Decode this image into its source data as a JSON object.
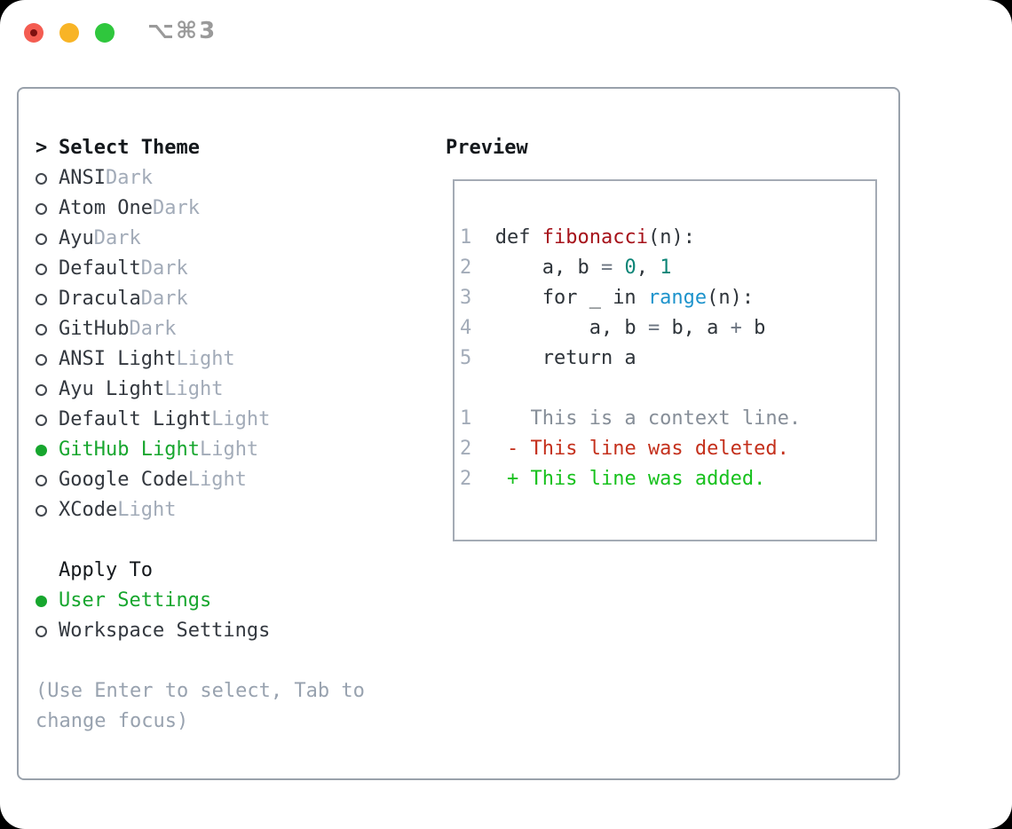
{
  "window": {
    "title": "⌥⌘3",
    "traffic_lights": [
      "close",
      "minimize",
      "zoom"
    ]
  },
  "theme_panel": {
    "header_prefix": ">",
    "header": "Select Theme",
    "themes": [
      {
        "name": "ANSI",
        "variant": "Dark",
        "selected": false
      },
      {
        "name": "Atom One",
        "variant": "Dark",
        "selected": false
      },
      {
        "name": "Ayu",
        "variant": "Dark",
        "selected": false
      },
      {
        "name": "Default",
        "variant": "Dark",
        "selected": false
      },
      {
        "name": "Dracula",
        "variant": "Dark",
        "selected": false
      },
      {
        "name": "GitHub",
        "variant": "Dark",
        "selected": false
      },
      {
        "name": "ANSI Light",
        "variant": "Light",
        "selected": false
      },
      {
        "name": "Ayu Light",
        "variant": "Light",
        "selected": false
      },
      {
        "name": "Default Light",
        "variant": "Light",
        "selected": false
      },
      {
        "name": "GitHub Light",
        "variant": "Light",
        "selected": true
      },
      {
        "name": "Google Code",
        "variant": "Light",
        "selected": false
      },
      {
        "name": "XCode",
        "variant": "Light",
        "selected": false
      }
    ],
    "apply_to": {
      "header": "Apply To",
      "options": [
        {
          "label": "User Settings",
          "selected": true
        },
        {
          "label": "Workspace Settings",
          "selected": false
        }
      ]
    },
    "hint_lines": [
      "(Use Enter to select, Tab to",
      "change focus)"
    ]
  },
  "preview": {
    "header": "Preview",
    "lines": [
      [
        [
          "1",
          "num"
        ],
        [
          "  def ",
          "code"
        ],
        [
          "fibonacci",
          "fn"
        ],
        [
          "(n):",
          "code"
        ]
      ],
      [
        [
          "2",
          "num"
        ],
        [
          "      a, b ",
          "code"
        ],
        [
          "= ",
          "op"
        ],
        [
          "0",
          "lit"
        ],
        [
          ", ",
          "code"
        ],
        [
          "1",
          "lit"
        ]
      ],
      [
        [
          "3",
          "num"
        ],
        [
          "      for _ in ",
          "code"
        ],
        [
          "range",
          "bi"
        ],
        [
          "(n):",
          "code"
        ]
      ],
      [
        [
          "4",
          "num"
        ],
        [
          "          a, b ",
          "code"
        ],
        [
          "= ",
          "op"
        ],
        [
          "b, a ",
          "code"
        ],
        [
          "+ ",
          "op"
        ],
        [
          "b",
          "code"
        ]
      ],
      [
        [
          "5",
          "num"
        ],
        [
          "      return a",
          "code"
        ]
      ],
      [],
      [
        [
          "1",
          "num"
        ],
        [
          "     This is a context line.",
          "ctx"
        ]
      ],
      [
        [
          "2",
          "num"
        ],
        [
          "   ",
          "code"
        ],
        [
          "- This line was deleted.",
          "del"
        ]
      ],
      [
        [
          "2",
          "num"
        ],
        [
          "   ",
          "code"
        ],
        [
          "+ This line was added.",
          "add"
        ]
      ]
    ]
  },
  "colors": {
    "canvas_bg": "#ffffff",
    "panel_border": "#99a1ab",
    "preview_border": "#a4abb5",
    "text_primary": "#14181c",
    "item_text": "#33383f",
    "code_text": "#2e343a",
    "muted": "#a2abb8",
    "hint": "#98a2af",
    "linenum": "#a2abb8",
    "circle_outline": "#43484f",
    "selected_green": "#17a62e",
    "added_green": "#17c11d",
    "deleted_red": "#c4301c",
    "function_red": "#a6121a",
    "literal_teal": "#0d8577",
    "builtin_blue": "#1d93cc",
    "operator_gray": "#6b7480",
    "context_gray": "#868e98",
    "title_gray": "#9a9a9a",
    "traffic_red": "#f45c51",
    "traffic_red_inner": "#7e1110",
    "traffic_yellow": "#f8b426",
    "traffic_green": "#2fc73d"
  }
}
